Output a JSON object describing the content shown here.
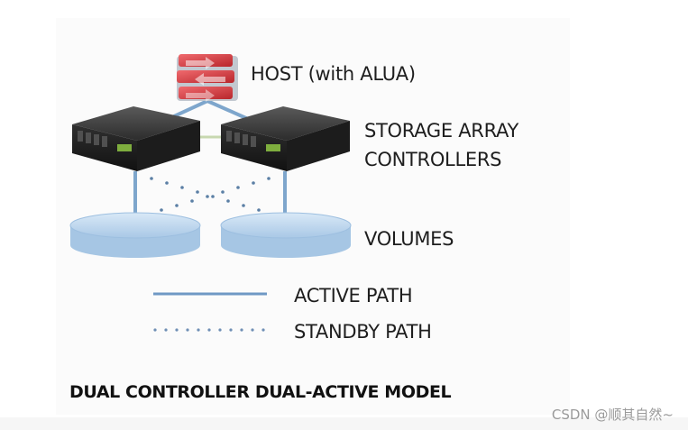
{
  "labels": {
    "host": "HOST (with ALUA)",
    "storage_line1": "STORAGE ARRAY",
    "storage_line2": "CONTROLLERS",
    "volumes": "VOLUMES"
  },
  "legend": {
    "active": "ACTIVE PATH",
    "standby": "STANDBY PATH"
  },
  "title": "DUAL CONTROLLER DUAL-ACTIVE MODEL",
  "watermark": "CSDN @顺其自然~",
  "colors": {
    "active_path": "#7ea6cc",
    "standby_path": "#5b7fa5",
    "volume_fill": "#c4dcf0",
    "host_red": "#d8343a",
    "controller_body": "#262626"
  },
  "icons": {
    "host": "host-stack-icon",
    "controller": "storage-controller-icon",
    "volume": "volume-disk-icon"
  }
}
